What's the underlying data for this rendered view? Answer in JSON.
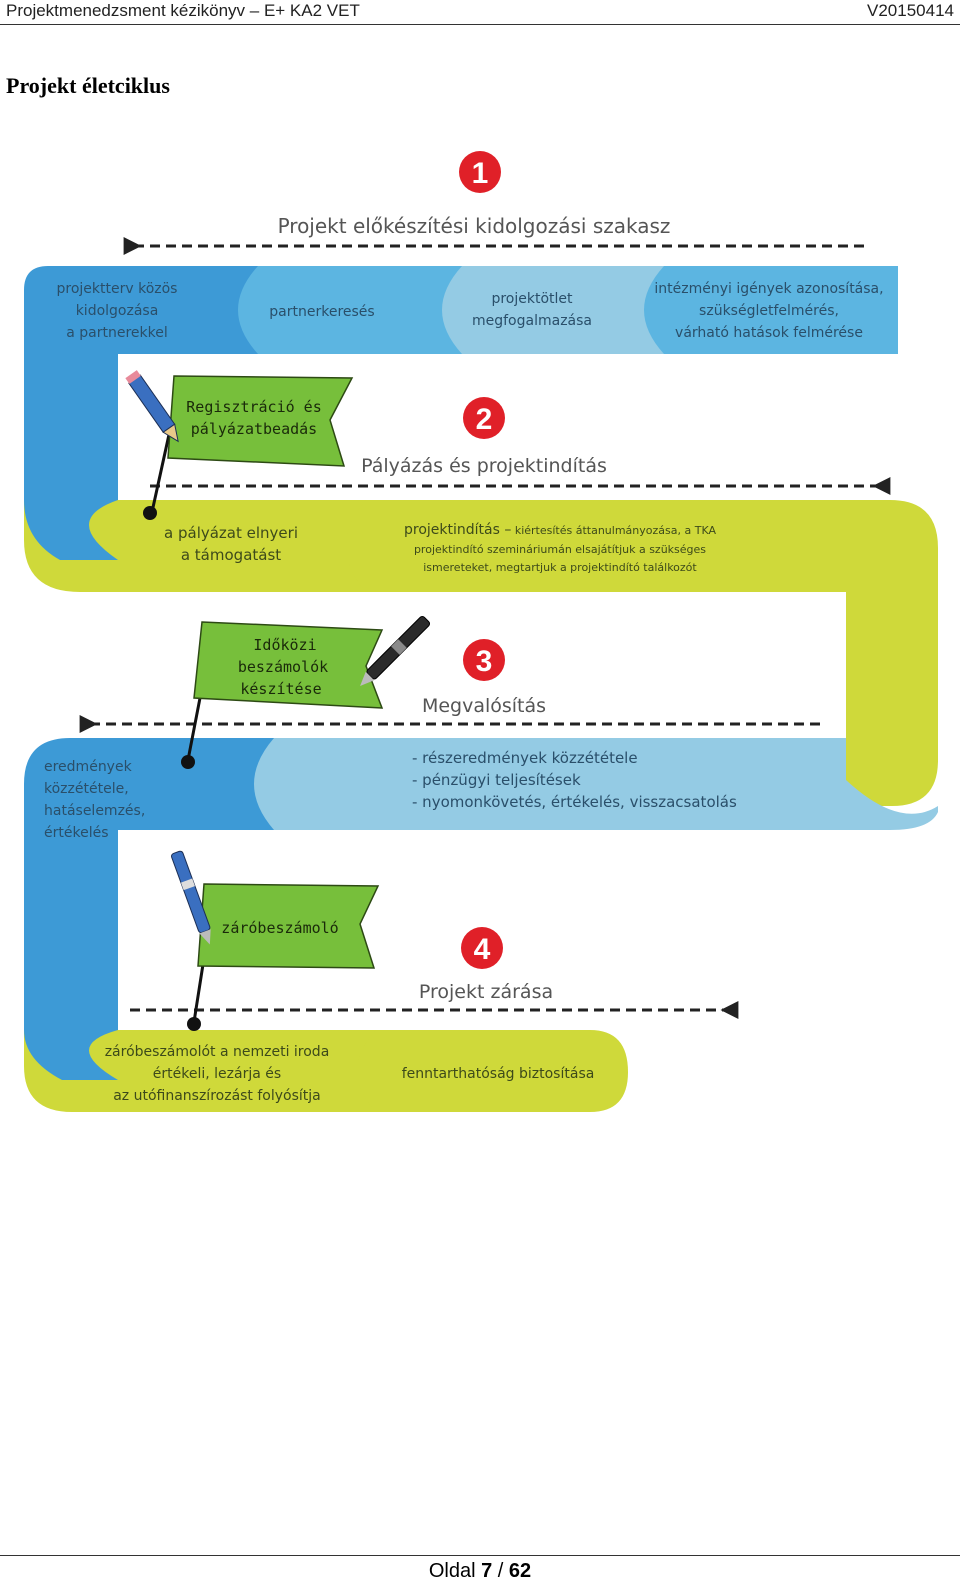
{
  "header": {
    "left": "Projektmenedzsment kézikönyv – E+ KA2 VET",
    "right": "V20150414"
  },
  "page_title": "Projekt életciklus",
  "colors": {
    "blue_dark": "#3d9ad6",
    "blue_mid": "#5cb5e1",
    "blue_light": "#94cbe4",
    "yellow": "#cfd93a",
    "flag_green": "#77bf3b",
    "marker_red": "#e02028"
  },
  "stages": [
    {
      "number": "1",
      "title": "Projekt előkészítési kidolgozási szakasz"
    },
    {
      "number": "2",
      "title": "Pályázás és projektindítás"
    },
    {
      "number": "3",
      "title": "Megvalósítás"
    },
    {
      "number": "4",
      "title": "Projekt zárása"
    }
  ],
  "band1": [
    [
      "projektterv közös",
      "kidolgozása",
      "a partnerekkel"
    ],
    [
      "partnerkeresés"
    ],
    [
      "projektötlet",
      "megfogalmazása"
    ],
    [
      "intézményi igények azonosítása,",
      "szükségletfelmérés,",
      "várható hatások felmérése"
    ]
  ],
  "band2": {
    "left": [
      "a pályázat elnyeri",
      "a támogatást"
    ],
    "right_bold": "projektindítás –",
    "right_rest": " kiértesítés áttanulmányozása, a TKA",
    "right_lines": [
      "projektindító szemináriumán elsajátítjuk a szükséges",
      "ismereteket, megtartjuk a projektindító találkozót"
    ]
  },
  "band3": {
    "left": [
      "eredmények",
      "közzététele,",
      "hatáselemzés,",
      "értékelés"
    ],
    "right": [
      "- részeredmények közzététele",
      "- pénzügyi teljesítések",
      "- nyomonkövetés, értékelés, visszacsatolás"
    ]
  },
  "band4": {
    "left": [
      "záróbeszámolót a nemzeti iroda",
      "értékeli, lezárja és",
      "az utófinanszírozást folyósítja"
    ],
    "right": [
      "fenntarthatóság biztosítása"
    ]
  },
  "flags": [
    [
      "Regisztráció és",
      "pályázatbeadás"
    ],
    [
      "Időközi",
      "beszámolók",
      "készítése"
    ],
    [
      "záróbeszámoló"
    ]
  ],
  "footer": {
    "prefix": "Oldal ",
    "current": "7",
    "sep": " / ",
    "total": "62"
  }
}
